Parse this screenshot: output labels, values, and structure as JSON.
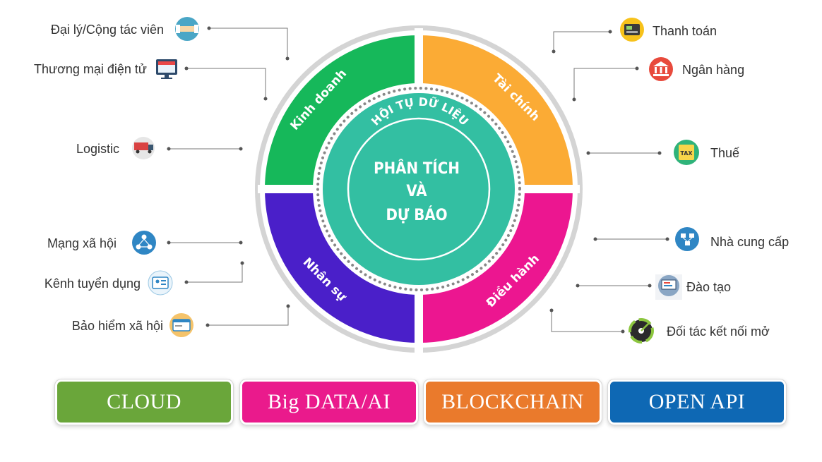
{
  "center": {
    "arc_title": "HỘI TỤ DỮ LIỆU",
    "line1": "PHÂN TÍCH",
    "line2": "VÀ",
    "line3": "DỰ BÁO"
  },
  "segments": [
    {
      "label": "Kinh doanh",
      "color": "#16b85a"
    },
    {
      "label": "Tài chính",
      "color": "#fbab35"
    },
    {
      "label": "Điều hành",
      "color": "#ec1690"
    },
    {
      "label": "Nhân sự",
      "color": "#4a1fc9"
    }
  ],
  "left_items": [
    {
      "label": "Đại lý/Cộng tác viên",
      "icon": "handshake-icon"
    },
    {
      "label": "Thương mại điện tử",
      "icon": "ecommerce-store-icon"
    },
    {
      "label": "Logistic",
      "icon": "truck-icon"
    },
    {
      "label": "Mạng xã hội",
      "icon": "social-network-icon"
    },
    {
      "label": "Kênh tuyển dụng",
      "icon": "recruitment-icon"
    },
    {
      "label": "Bảo hiểm xã hội",
      "icon": "insurance-card-icon"
    }
  ],
  "right_items": [
    {
      "label": "Thanh toán",
      "icon": "cash-register-icon"
    },
    {
      "label": "Ngân hàng",
      "icon": "bank-icon"
    },
    {
      "label": "Thuế",
      "icon": "tax-icon"
    },
    {
      "label": "Nhà cung cấp",
      "icon": "supplier-network-icon"
    },
    {
      "label": "Đào tạo",
      "icon": "training-board-icon"
    },
    {
      "label": "Đối tác kết nối mở",
      "icon": "open-partner-icon"
    }
  ],
  "technologies": [
    {
      "label": "CLOUD",
      "color": "#6aa63a"
    },
    {
      "label": "Big DATA/AI",
      "color": "#ea1a8c"
    },
    {
      "label": "BLOCKCHAIN",
      "color": "#ea7a2c"
    },
    {
      "label": "OPEN API",
      "color": "#0e68b4"
    }
  ]
}
